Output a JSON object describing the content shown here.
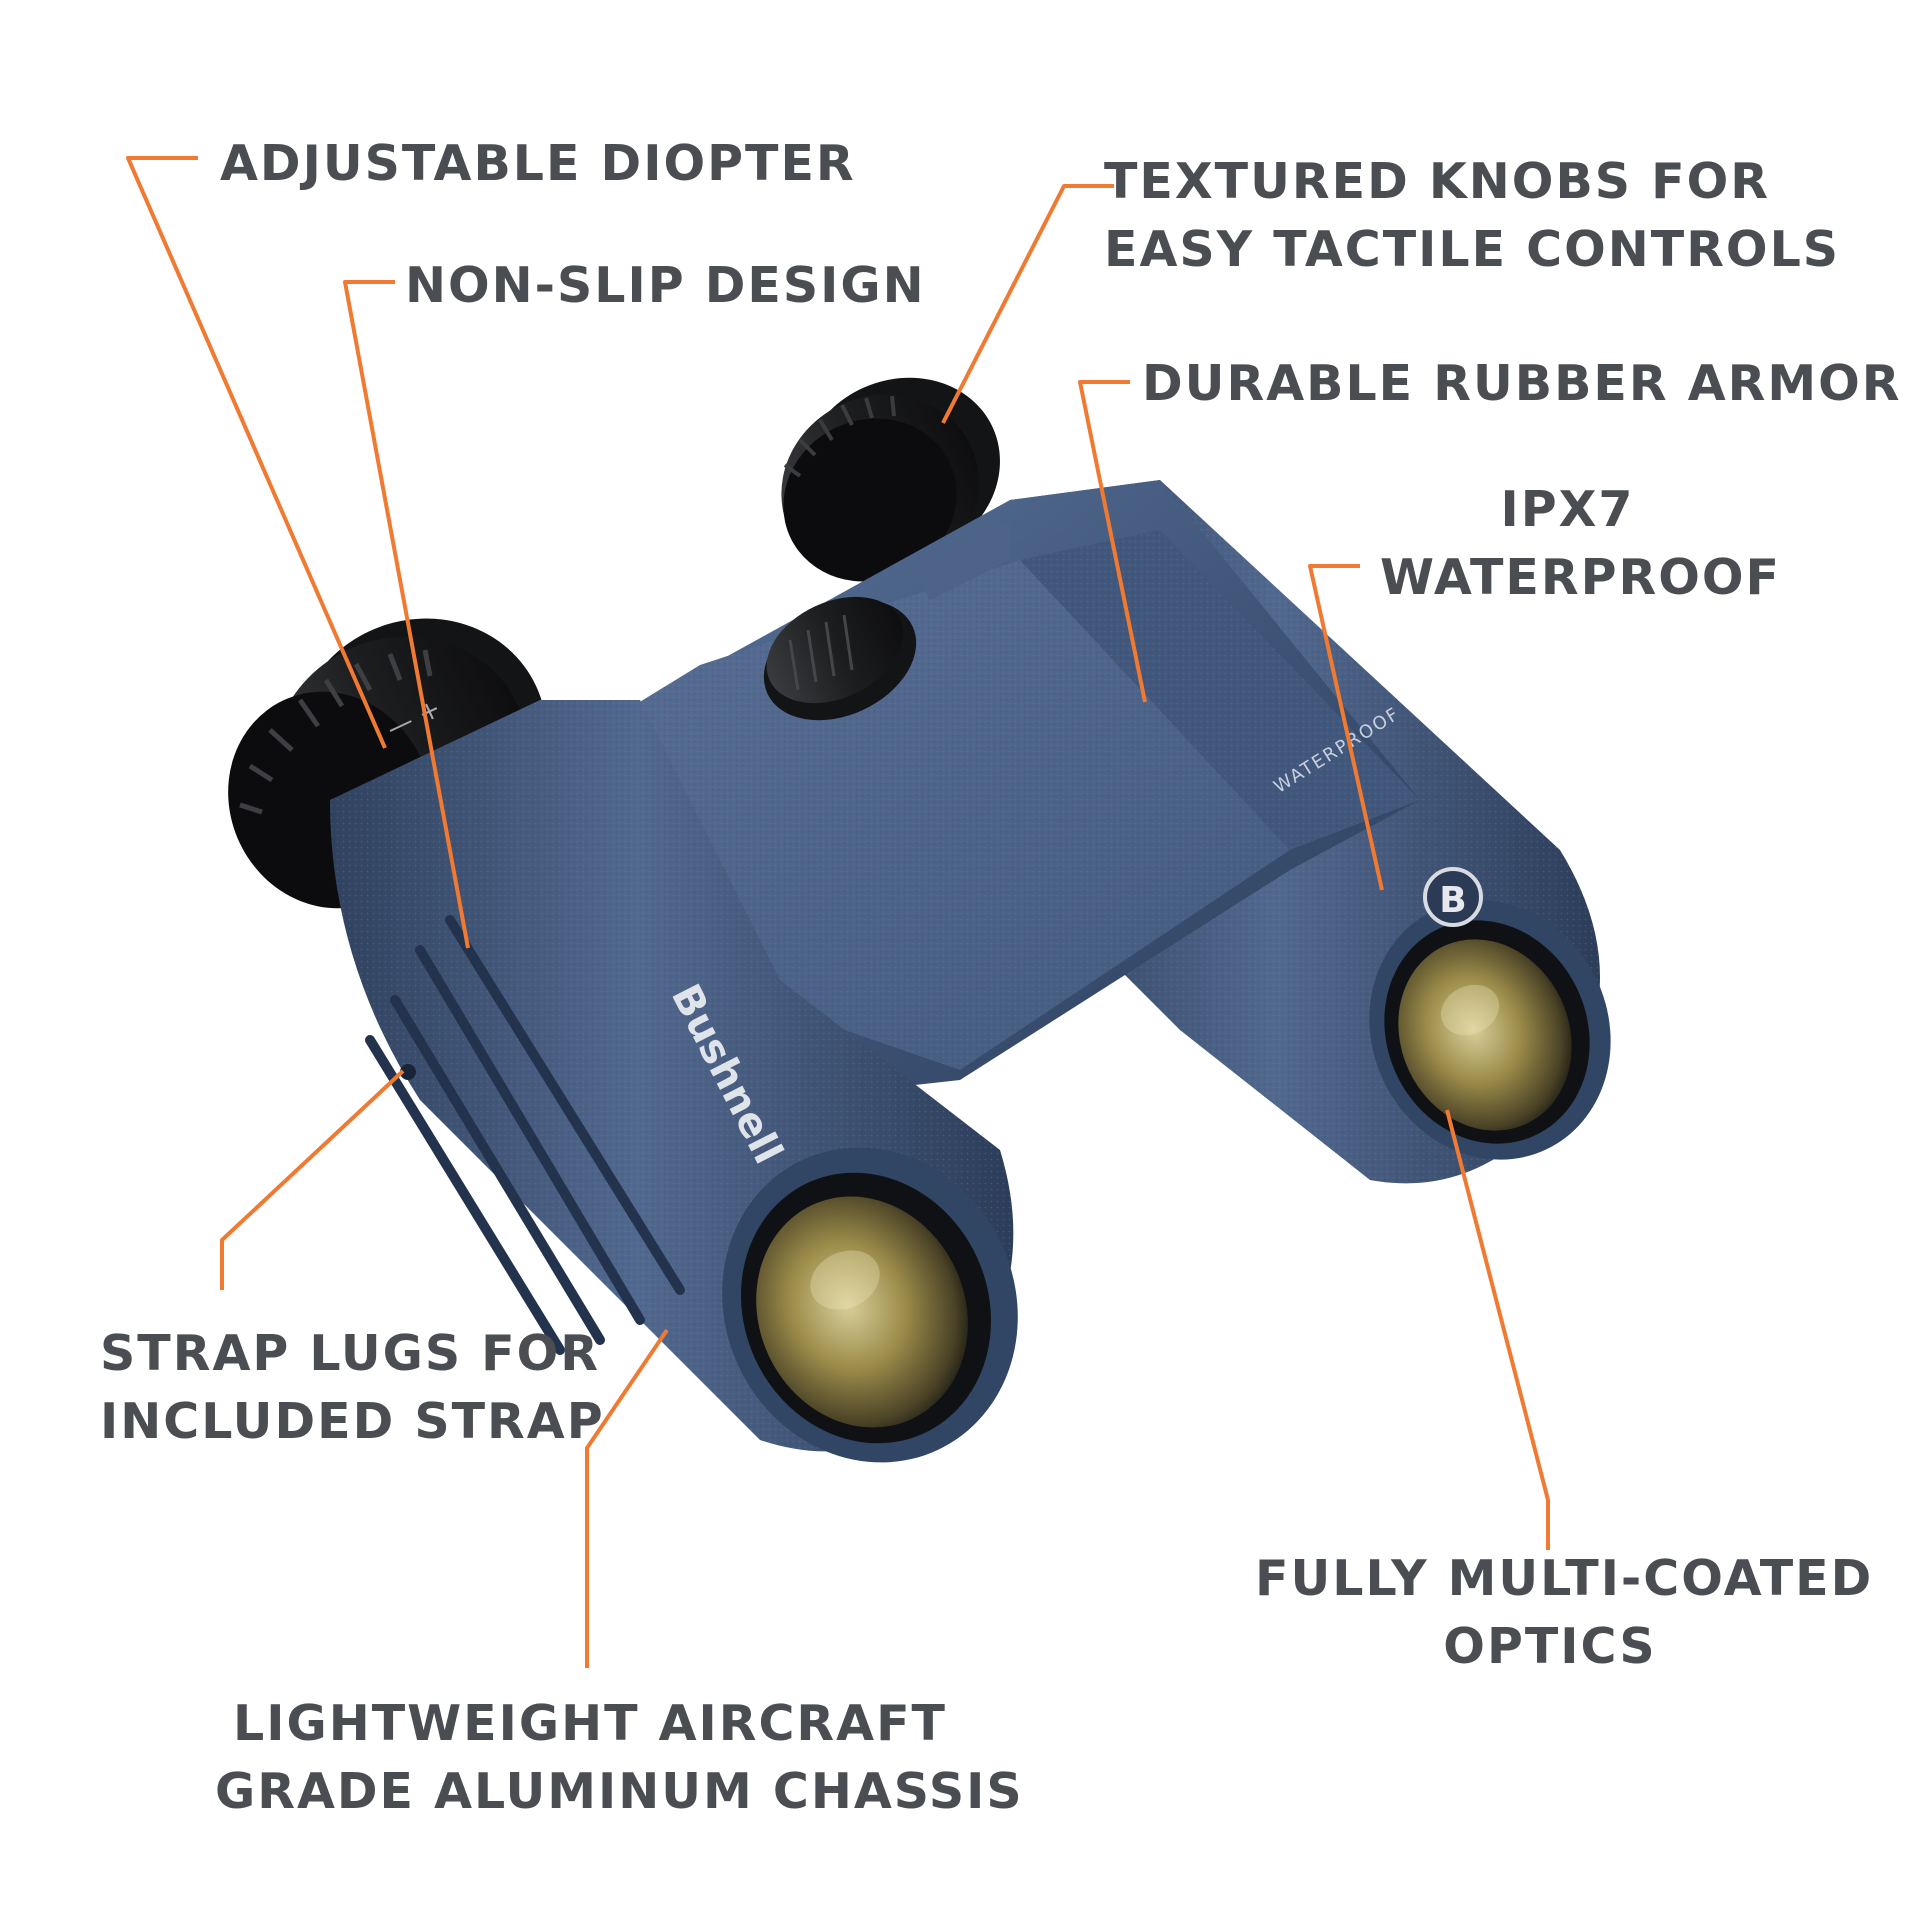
{
  "colors": {
    "background": "#ffffff",
    "label_text": "#4a4d52",
    "leader_line": "#f07a32",
    "body_blue": "#3d5477",
    "body_blue_dark": "#22324a",
    "body_blue_light": "#5a7198",
    "rubber_black": "#1c1d1f",
    "lens_gold": "#8a7a40"
  },
  "brand": {
    "logo_text": "Bushnell",
    "badge_letter": "B",
    "body_print": "WATERPROOF"
  },
  "callouts": {
    "adjustable_diopter": [
      "ADJUSTABLE DIOPTER"
    ],
    "non_slip_design": [
      "NON-SLIP DESIGN"
    ],
    "textured_knobs": [
      "TEXTURED KNOBS FOR",
      "EASY TACTILE CONTROLS"
    ],
    "durable_rubber_armor": [
      "DURABLE RUBBER ARMOR"
    ],
    "ipx7_waterproof": [
      "IPX7",
      "WATERPROOF"
    ],
    "strap_lugs": [
      "STRAP LUGS FOR",
      "INCLUDED STRAP"
    ],
    "fully_multi_coated": [
      "FULLY MULTI-COATED",
      "OPTICS"
    ],
    "lightweight_chassis": [
      "LIGHTWEIGHT AIRCRAFT",
      "GRADE ALUMINUM CHASSIS"
    ]
  }
}
